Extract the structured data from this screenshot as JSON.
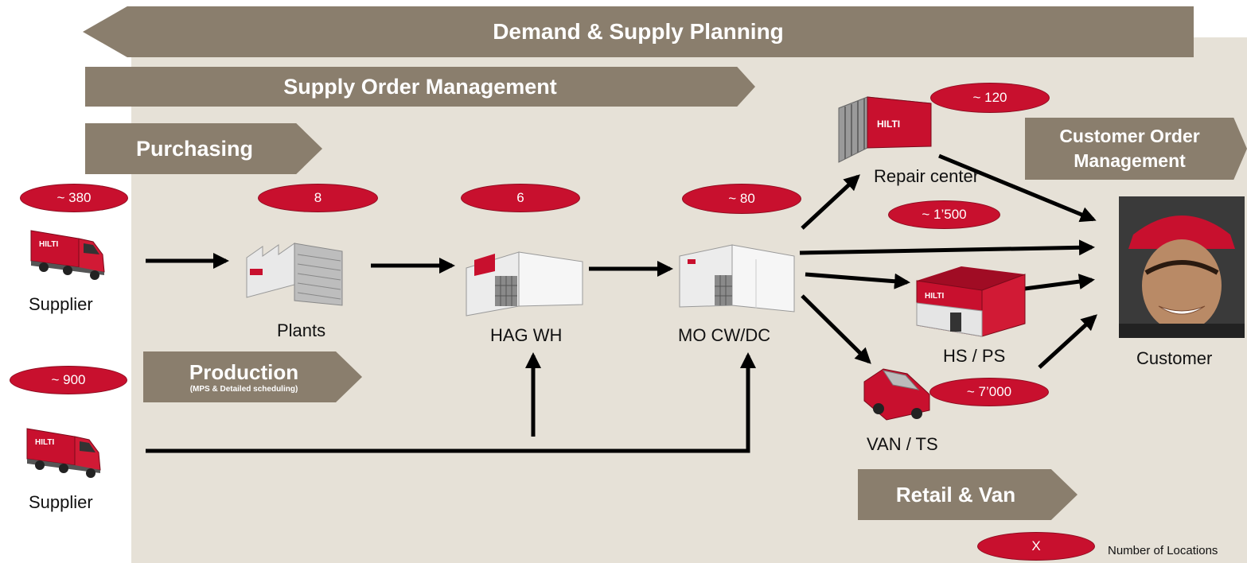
{
  "banners": {
    "demand_supply": "Demand & Supply Planning",
    "supply_order": "Supply Order Management",
    "purchasing": "Purchasing",
    "production": "Production",
    "production_sub": "(MPS & Detailed scheduling)",
    "customer_order": "Customer Order Management",
    "retail_van": "Retail & Van"
  },
  "nodes": {
    "supplier_top": "Supplier",
    "supplier_bottom": "Supplier",
    "plants": "Plants",
    "hag_wh": "HAG WH",
    "mo_cw_dc": "MO CW/DC",
    "repair_center": "Repair center",
    "hs_ps": "HS / PS",
    "van_ts": "VAN / TS",
    "customer": "Customer"
  },
  "counts": {
    "supplier_top": "~ 380",
    "supplier_bottom": "~ 900",
    "plants": "8",
    "hag_wh": "6",
    "mo_cw_dc": "~ 80",
    "repair_center": "~ 120",
    "direct": "~ 1’500",
    "hs_ps": "~ 7’000"
  },
  "legend": {
    "marker": "X",
    "label": "Number of Locations"
  },
  "brand": {
    "logo_text": "HILTI"
  },
  "colors": {
    "banner": "#8a7e6d",
    "panel": "#e6e1d7",
    "oval": "#c8102e",
    "arrow": "#000000"
  }
}
